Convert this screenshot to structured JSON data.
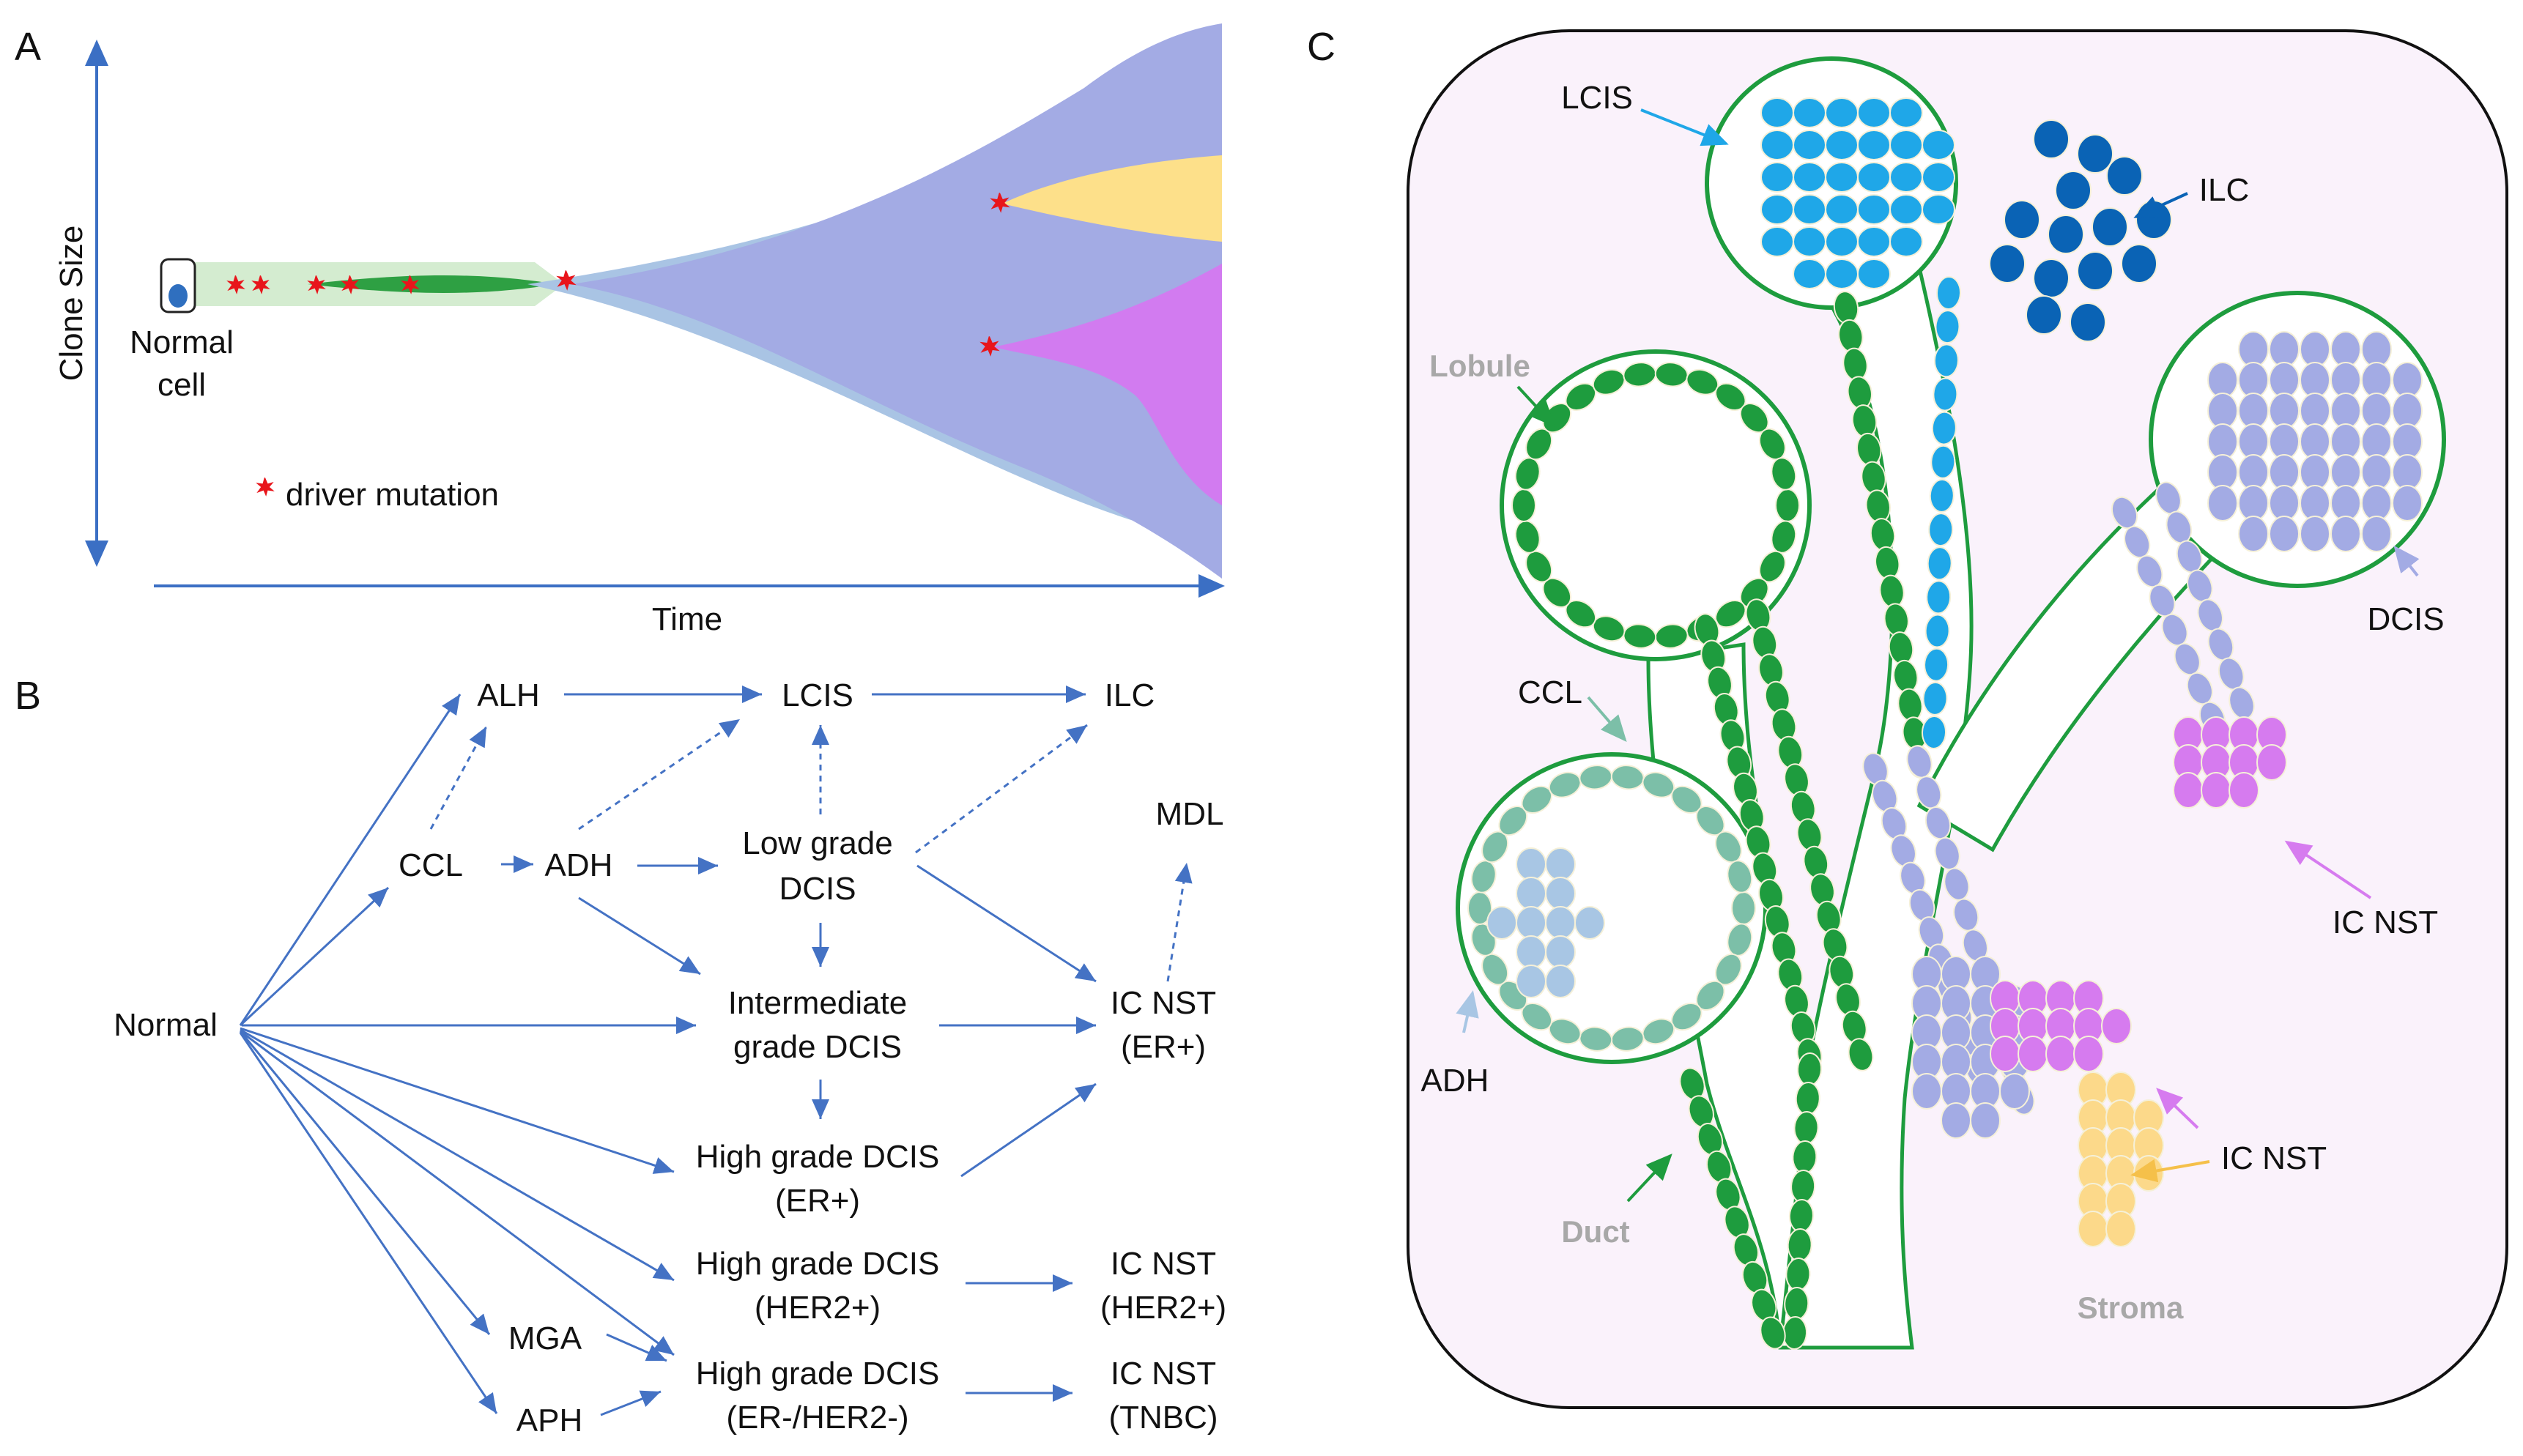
{
  "panels": {
    "a": "A",
    "b": "B",
    "c": "C"
  },
  "panel_a": {
    "y_axis_label": "Clone Size",
    "x_axis_label": "Time",
    "normal_cell_line1": "Normal",
    "normal_cell_line2": "cell",
    "legend_label": "driver mutation",
    "colors": {
      "stem": "#d4ecd0",
      "green": "#2ea043",
      "lightblue": "#a9c4e4",
      "blue": "#a3abe4",
      "yellow": "#fde08a",
      "magenta": "#d27bf0",
      "axis": "#3b6fc4",
      "mutation": "#e8151b"
    }
  },
  "panel_b": {
    "nodes": {
      "normal": "Normal",
      "alh": "ALH",
      "ccl": "CCL",
      "adh": "ADH",
      "mga": "MGA",
      "aph": "APH",
      "lcis": "LCIS",
      "ilc": "ILC",
      "mdl": "MDL",
      "low_grade_1": "Low grade",
      "low_grade_2": "DCIS",
      "intermediate_1": "Intermediate",
      "intermediate_2": "grade DCIS",
      "hg_er_1": "High grade DCIS",
      "hg_er_2": "(ER+)",
      "hg_her2_1": "High grade DCIS",
      "hg_her2_2": "(HER2+)",
      "hg_tn_1": "High grade DCIS",
      "hg_tn_2": "(ER-/HER2-)",
      "icnst_er_1": "IC NST",
      "icnst_er_2": "(ER+)",
      "icnst_her2_1": "IC NST",
      "icnst_her2_2": "(HER2+)",
      "icnst_tn_1": "IC NST",
      "icnst_tn_2": "(TNBC)"
    },
    "arrow_color": "#4472c4"
  },
  "panel_c": {
    "labels": {
      "lcis": "LCIS",
      "ilc": "ILC",
      "lobule": "Lobule",
      "dcis": "DCIS",
      "ccl": "CCL",
      "icnst_upper": "IC NST",
      "adh": "ADH",
      "icnst_lower": "IC NST",
      "duct": "Duct",
      "stroma": "Stroma"
    },
    "colors": {
      "background": "#faf2fb",
      "green_cell": "#1e9c3e",
      "cyan_cell": "#1fa7e8",
      "dark_blue_cell": "#0a63b5",
      "lavender_cell": "#a3abe4",
      "teal_cell": "#7cbfa8",
      "light_blue_cell": "#a8c6e4",
      "magenta_cell": "#d67bef",
      "yellow_cell": "#fcd98a"
    }
  }
}
